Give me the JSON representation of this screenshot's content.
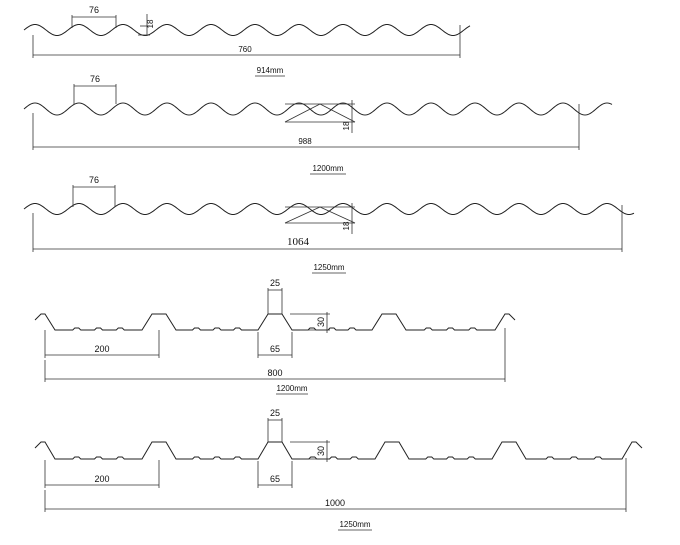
{
  "profiles": [
    {
      "kind": "corrugated",
      "pitch_label": "76",
      "height_label": "18",
      "total_label": "760",
      "width_label": "914mm"
    },
    {
      "kind": "corrugated",
      "pitch_label": "76",
      "height_label": "18",
      "total_label": "988",
      "width_label": "1200mm"
    },
    {
      "kind": "corrugated",
      "pitch_label": "76",
      "height_label": "18",
      "total_label": "1064",
      "width_label": "1250mm"
    },
    {
      "kind": "trapezoidal",
      "top_label": "25",
      "bottom_label": "65",
      "height_label": "30",
      "spacing_label": "200",
      "total_label": "800",
      "width_label": "1200mm"
    },
    {
      "kind": "trapezoidal",
      "top_label": "25",
      "bottom_label": "65",
      "height_label": "30",
      "spacing_label": "200",
      "total_label": "1000",
      "width_label": "1250mm"
    }
  ]
}
